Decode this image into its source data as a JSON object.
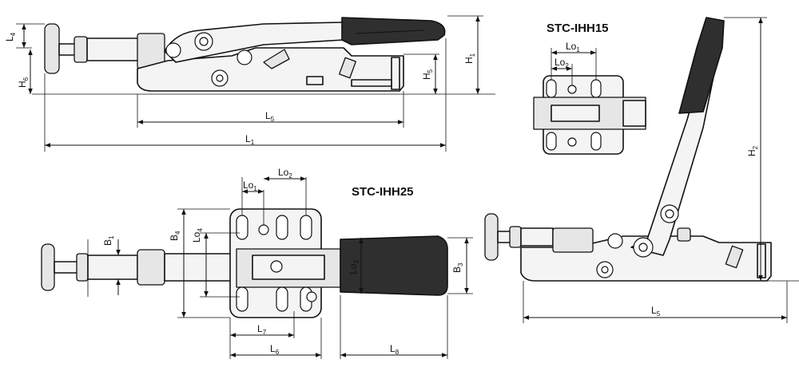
{
  "titles": {
    "stc_ihh15": "STC-IHH15",
    "stc_ihh25": "STC-IHH25"
  },
  "dimensions": {
    "L1": {
      "main": "L",
      "sub": "1"
    },
    "L4": {
      "main": "L",
      "sub": "4"
    },
    "L5_side": {
      "main": "L",
      "sub": "5"
    },
    "L5_right": {
      "main": "L",
      "sub": "5"
    },
    "L6": {
      "main": "L",
      "sub": "6"
    },
    "L7": {
      "main": "L",
      "sub": "7"
    },
    "L8": {
      "main": "L",
      "sub": "8"
    },
    "H1": {
      "main": "H",
      "sub": "1"
    },
    "H2": {
      "main": "H",
      "sub": "2"
    },
    "H5": {
      "main": "H",
      "sub": "5"
    },
    "H6": {
      "main": "H",
      "sub": "6"
    },
    "B1": {
      "main": "B",
      "sub": "1"
    },
    "B3": {
      "main": "B",
      "sub": "3"
    },
    "B4": {
      "main": "B",
      "sub": "4"
    },
    "Lo1_top": {
      "main": "Lo",
      "sub": "1"
    },
    "Lo2_top": {
      "main": "Lo",
      "sub": "2"
    },
    "Lo1_bottom": {
      "main": "Lo",
      "sub": "1"
    },
    "Lo2_bottom": {
      "main": "Lo",
      "sub": "2"
    },
    "Lo3": {
      "main": "Lo",
      "sub": "3"
    },
    "Lo4": {
      "main": "Lo",
      "sub": "4"
    }
  },
  "colors": {
    "line": "#111111",
    "grip": "#2f2f2f",
    "body_fill": "#f4f4f4",
    "background": "#ffffff"
  }
}
